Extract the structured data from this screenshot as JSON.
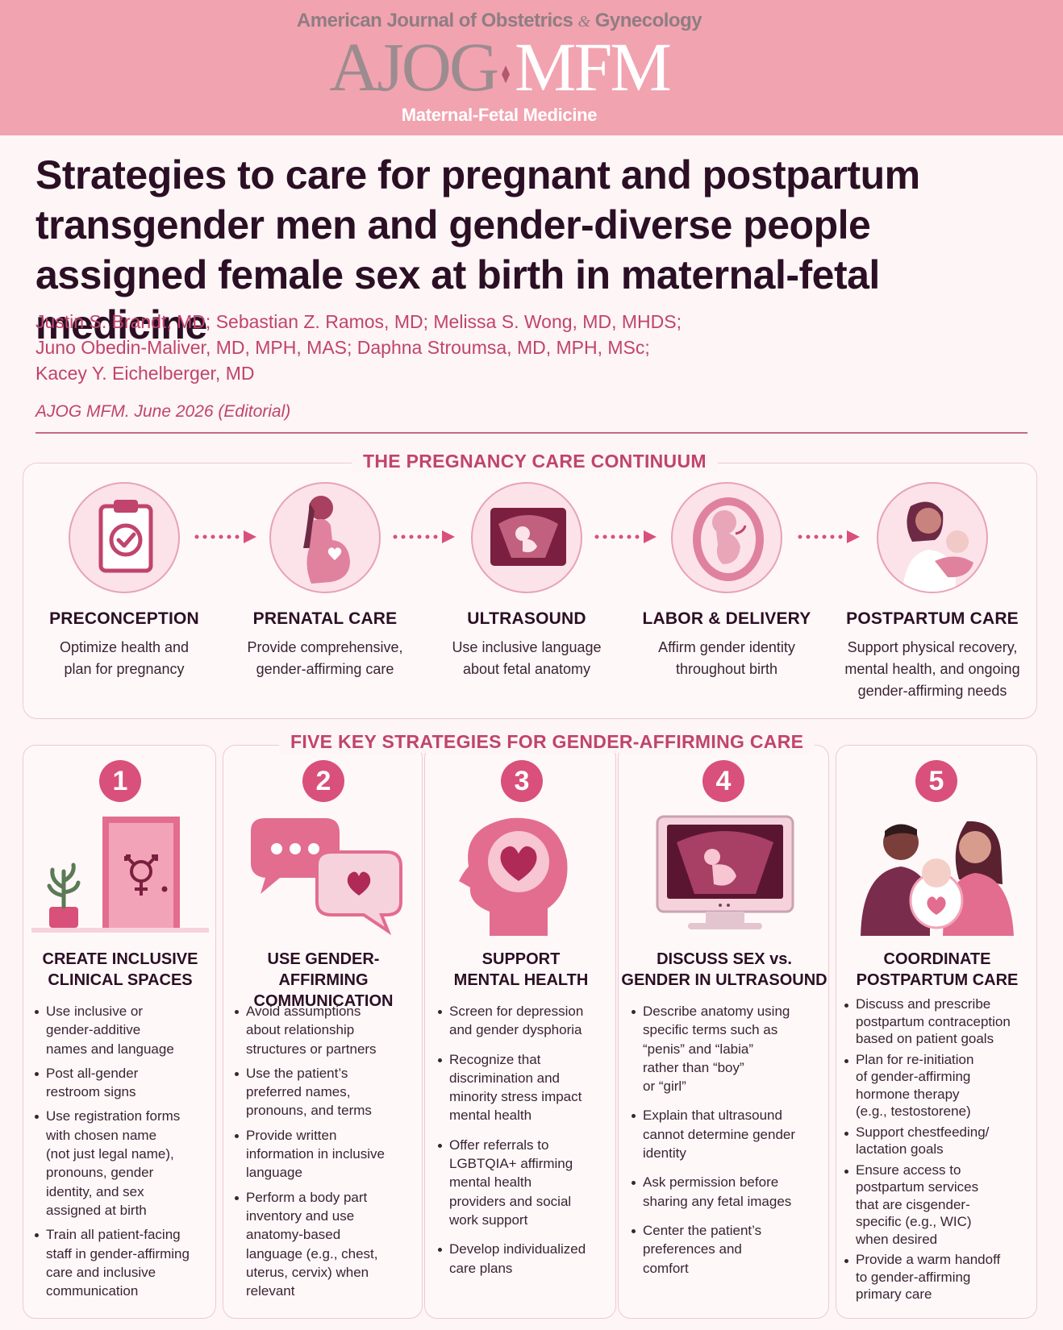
{
  "header": {
    "journal_name": "American Journal of Obstetrics",
    "journal_amp": "&",
    "journal_name_end": "Gynecology",
    "logo_left": "AJOG",
    "logo_right": "MFM",
    "subtitle": "Maternal-Fetal Medicine"
  },
  "article": {
    "title_lines": [
      "Strategies to care for pregnant and postpartum",
      "transgender men and gender-diverse people",
      "assigned female sex at birth in maternal-fetal medicine"
    ],
    "author_lines": [
      "Justin S. Brandt, MD; Sebastian Z. Ramos, MD; Melissa S. Wong, MD, MHDS;",
      "Juno Obedin-Maliver, MD, MPH, MAS; Daphna Stroumsa, MD, MPH, MSc;",
      "Kacey Y. Eichelberger, MD"
    ],
    "citation": "AJOG MFM. June 2026 (Editorial)"
  },
  "continuum": {
    "heading": "THE PREGNANCY CARE CONTINUUM",
    "steps": [
      {
        "title": "PRECONCEPTION",
        "desc_lines": [
          "Optimize health and",
          "plan for pregnancy"
        ],
        "icon": "clipboard-check-icon"
      },
      {
        "title": "PRENATAL CARE",
        "desc_lines": [
          "Provide comprehensive,",
          "gender-affirming care"
        ],
        "icon": "pregnant-person-icon"
      },
      {
        "title": "ULTRASOUND",
        "desc_lines": [
          "Use inclusive language",
          "about fetal anatomy"
        ],
        "icon": "ultrasound-screen-icon"
      },
      {
        "title": "LABOR & DELIVERY",
        "desc_lines": [
          "Affirm gender identity",
          "throughout birth"
        ],
        "icon": "fetus-icon"
      },
      {
        "title": "POSTPARTUM CARE",
        "desc_lines": [
          "Support physical recovery,",
          "mental health, and ongoing",
          "gender-affirming needs"
        ],
        "icon": "parent-holding-baby-icon"
      }
    ]
  },
  "strategies": {
    "heading": "FIVE KEY STRATEGIES FOR GENDER-AFFIRMING CARE",
    "cards": [
      {
        "number": "1",
        "title_lines": [
          "CREATE INCLUSIVE",
          "CLINICAL SPACES"
        ],
        "icon": "all-gender-restroom-door-icon",
        "bullets": [
          [
            "Use inclusive or",
            "gender-additive",
            "names and language"
          ],
          [
            "Post all-gender",
            "restroom signs"
          ],
          [
            "Use registration forms",
            "with chosen name",
            "(not just legal name),",
            "pronouns, gender",
            "identity, and sex",
            "assigned at birth"
          ],
          [
            "Train all patient-facing",
            "staff in gender-affirming",
            "care and inclusive",
            "communication"
          ]
        ]
      },
      {
        "number": "2",
        "title_lines": [
          "USE GENDER-AFFIRMING",
          "COMMUNICATION"
        ],
        "icon": "speech-bubbles-icon",
        "bullets": [
          [
            "Avoid assumptions",
            "about relationship",
            "structures or partners"
          ],
          [
            "Use the patient’s",
            "preferred names,",
            "pronouns, and terms"
          ],
          [
            "Provide written",
            "information in inclusive",
            "language"
          ],
          [
            "Perform a body part",
            "inventory and use",
            "anatomy-based",
            "language (e.g., chest,",
            "uterus, cervix) when",
            "relevant"
          ]
        ]
      },
      {
        "number": "3",
        "title_lines": [
          "SUPPORT",
          "MENTAL HEALTH"
        ],
        "icon": "head-heart-icon",
        "bullets": [
          [
            "Screen for depression",
            "and gender dysphoria"
          ],
          [
            "Recognize that",
            "discrimination and",
            "minority stress impact",
            "mental health"
          ],
          [
            "Offer referrals to",
            "LGBTQIA+ affirming",
            "mental health",
            "providers and social",
            "work support"
          ],
          [
            "Develop individualized",
            "care plans"
          ]
        ]
      },
      {
        "number": "4",
        "title_lines": [
          "DISCUSS SEX vs.",
          "GENDER IN ULTRASOUND"
        ],
        "icon": "ultrasound-monitor-icon",
        "bullets": [
          [
            "Describe anatomy using",
            "specific terms such as",
            "“penis” and “labia”",
            "rather than “boy”",
            "or “girl”"
          ],
          [
            "Explain that ultrasound",
            "cannot determine gender",
            "identity"
          ],
          [
            "Ask permission before",
            "sharing any fetal images"
          ],
          [
            "Center the patient’s",
            "preferences and",
            "comfort"
          ]
        ]
      },
      {
        "number": "5",
        "title_lines": [
          "COORDINATE",
          "POSTPARTUM CARE"
        ],
        "icon": "family-with-baby-icon",
        "bullets": [
          [
            "Discuss and prescribe",
            "postpartum contraception",
            "based on patient goals"
          ],
          [
            "Plan for re-initiation",
            "of gender-affirming",
            "hormone therapy",
            "(e.g., testostorene)"
          ],
          [
            "Support chestfeeding/",
            "lactation goals"
          ],
          [
            "Ensure access to",
            "postpartum services",
            "that are cisgender-",
            "specific (e.g., WIC)",
            "when desired"
          ],
          [
            "Provide a warm handoff",
            "to gender-affirming",
            "primary care"
          ]
        ]
      }
    ]
  },
  "colors": {
    "banner": "#f2a3b0",
    "accent": "#c0446d",
    "number_badge": "#d9507a",
    "title_text": "#2b0f24"
  }
}
